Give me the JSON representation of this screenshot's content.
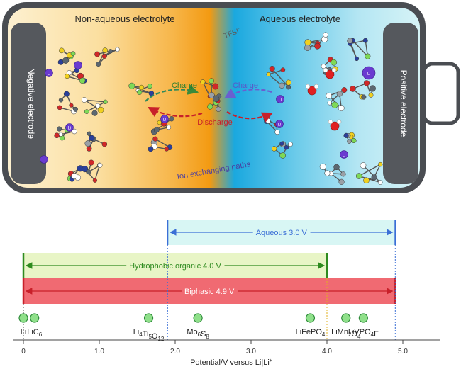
{
  "battery": {
    "left_title": "Non-aqueous electrolyte",
    "right_title": "Aqueous electrolyte",
    "negative_electrode": "Negative electrode",
    "positive_electrode": "Positive electrode",
    "tfsi_label": "TFSI",
    "tfsi_sup": "−",
    "charge_left": "Charge",
    "charge_right": "Charge",
    "discharge": "Discharge",
    "ion_paths": "Ion exchanging paths",
    "li_symbol": "Li"
  },
  "windows": {
    "aqueous": "Aqueous 3.0 V",
    "hydrophobic": "Hydrophobic organic 4.0 V",
    "biphasic": "Biphasic 4.9 V",
    "aqueous_range": [
      1.9,
      4.9
    ],
    "hydrophobic_range": [
      0.0,
      4.0
    ],
    "biphasic_range": [
      0.0,
      4.9
    ]
  },
  "materials": [
    {
      "pre": "Li",
      "sub": "",
      "mid": "",
      "sub2": "",
      "post": "",
      "potential": 0.0
    },
    {
      "pre": "LiC",
      "sub": "6",
      "mid": "",
      "sub2": "",
      "post": "",
      "potential": 0.1
    },
    {
      "pre": "Li",
      "sub": "4",
      "mid": "Ti",
      "sub2": "5",
      "post": "O",
      "sub3": "12",
      "potential": 1.65
    },
    {
      "pre": "Mo",
      "sub": "6",
      "mid": "S",
      "sub2": "8",
      "post": "",
      "potential": 2.3
    },
    {
      "pre": "LiFePO",
      "sub": "4",
      "mid": "",
      "sub2": "",
      "post": "",
      "potential": 3.78
    },
    {
      "pre": "LiMn",
      "sub": "2",
      "mid": "O",
      "sub2": "4",
      "post": "",
      "potential": 4.25
    },
    {
      "pre": "LiVPO",
      "sub": "4",
      "mid": "F",
      "sub2": "",
      "post": "",
      "potential": 4.48
    }
  ],
  "axis": {
    "ticks": [
      "0",
      "1.0",
      "2.0",
      "3.0",
      "4.0",
      "5.0"
    ],
    "tick_values": [
      0,
      1,
      2,
      3,
      4,
      5
    ],
    "label": "Potential/V versus Li|Li",
    "label_sup": "+"
  },
  "colors": {
    "aqueous": "#3b6fd6",
    "hydrophobic": "#2e8b1f",
    "biphasic": "#d9252f",
    "marker": "#8fe08a"
  }
}
